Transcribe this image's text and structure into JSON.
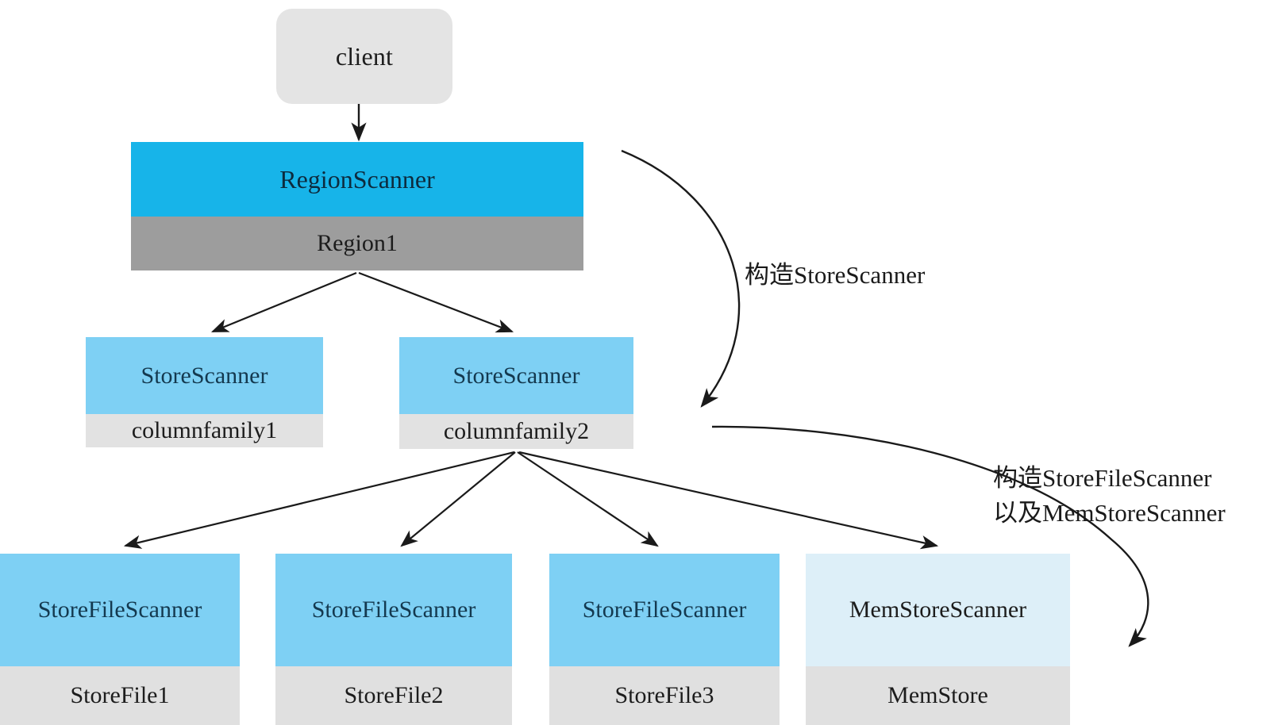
{
  "diagram": {
    "title": "HBase Scanner construction hierarchy",
    "colors": {
      "client_fill": "#e4e4e4",
      "region_scanner_fill": "#17b4e9",
      "region_fill": "#9d9d9d",
      "store_scanner_fill": "#7ed0f4",
      "store_label_fill": "#e2e2e2",
      "storefile_scanner_fill": "#7ed0f4",
      "storefile_label_fill": "#e0e0e0",
      "memstore_scanner_fill": "#ddeff8",
      "memstore_label_fill": "#e0e0e0",
      "arrow_color": "#1a1a1a",
      "background": "#ffffff"
    },
    "nodes": {
      "client": {
        "label": "client"
      },
      "region": {
        "top_label": "RegionScanner",
        "bottom_label": "Region1"
      },
      "store_scanners": [
        {
          "top_label": "StoreScanner",
          "bottom_label": "columnfamily1"
        },
        {
          "top_label": "StoreScanner",
          "bottom_label": "columnfamily2"
        }
      ],
      "leaf_scanners": [
        {
          "top_label": "StoreFileScanner",
          "bottom_label": "StoreFile1"
        },
        {
          "top_label": "StoreFileScanner",
          "bottom_label": "StoreFile2"
        },
        {
          "top_label": "StoreFileScanner",
          "bottom_label": "StoreFile3"
        },
        {
          "top_label": "MemStoreScanner",
          "bottom_label": "MemStore"
        }
      ]
    },
    "annotations": {
      "construct_store_scanner": "构造StoreScanner",
      "construct_storefile_scanner_line1": "构造StoreFileScanner",
      "construct_storefile_scanner_line2": "以及MemStoreScanner"
    }
  }
}
